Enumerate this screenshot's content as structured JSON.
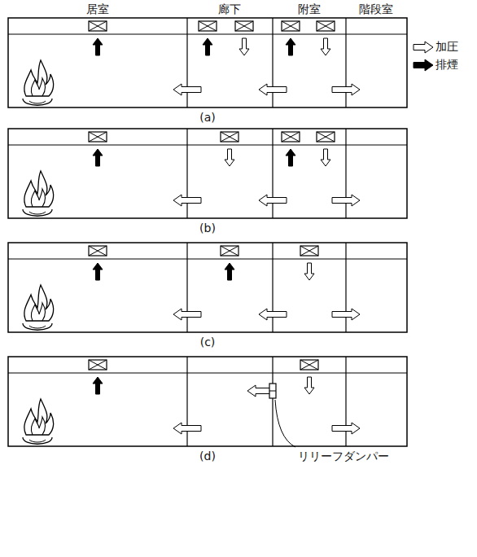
{
  "diagram": {
    "labels": [
      "居室",
      "廊下",
      "附室",
      "階段室",
      "(a)",
      "(b)",
      "(c)",
      "(d)",
      "リリーフダンパー"
    ],
    "legend": [
      {
        "text": "加圧"
      },
      {
        "text": "排煙"
      }
    ]
  }
}
